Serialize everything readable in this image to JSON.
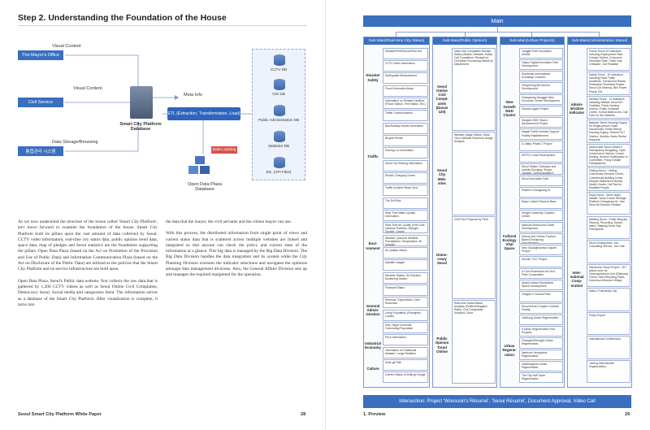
{
  "left": {
    "heading": "Step 2. Understanding the Foundation of the House",
    "diagram": {
      "visual_content_top": "Visual Content",
      "mayors_office": "The Mayor's Office",
      "civil_service": "Civil Service",
      "visual_content_mid": "Visual Content",
      "korean_label": "통합관리 시스템",
      "data_storage": "Data Storage/Browsing",
      "meta_info": "Meta Info",
      "platform_db": "Smart City Platform Database",
      "etl": "ETL (Extraction, Transformation, Load)",
      "data_loading": "Data Loading",
      "open_data_db": "Open Data Plaza Database",
      "dbs": [
        "CCTV DB",
        "GIS DB",
        "Public Administration DB",
        "Statistics DB",
        "Etc. (API Files)"
      ]
    },
    "col1": [
      "As we now understand the structure of the house called 'Smart City Platform', let's move forward to examine the foundation of the house. Smart City Platform built its pillars upon the vast amount of data collected by Seoul. CCTV video information, real-time city status data, public opinion trend data, space data, map of pledges and Seoul statistics are the foundation supporting the pillars. Open Data Plaza (based on the Act on Promotion of the Provision and Use of Public Data) and Information Communication Plaza (based on the Act on Disclosure of the Public Data) are utilized as the policies that the Smart City Platform and its service infrastructure are built upon.",
      "Open Data Plaza, Seoul's Public data website, first collects the raw data that is gathered by 1,200 CCTV videos as well as Seoul Online Civil Complaints, Democracy Seoul, Social media and categorizes them. The information serves as a database of the Smart City Platform. After visualization is complete, it turns into"
    ],
    "col2": [
      "the data that the mayor, the civil servants and the citizen mayor can use.",
      "With this process, the distributed information from single point of views and current status data that is scattered across multiple websites are linked and integrated so that anyone can check the policy and current state of the information at a glance. This big data is managed by the Big Data Division. The Big Data Division handles the data integration and its system while the City Planning Division oversees the indicator selections and navigates the opinions amongst data management divisions. Also, the General Affairs Division sets up and manages the required equipment for the operation."
    ],
    "footer_title": "Seoul Smart City Platform White Paper",
    "page_number": "28"
  },
  "right": {
    "main": "Main",
    "sections": [
      {
        "title": "Sub-Main(Real-time City Status)",
        "categories": [
          {
            "label": "Disaster Safety",
            "items": [
              "Disaster/Fire/Rescue/First Aid",
              "CCTV Video Information",
              "Earthquake Measurement",
              "Flood Vulnerable Areas",
              "Information on Related Facilities (Police Station, Fire Station, Etc.)"
            ]
          },
          {
            "label": "Traffic",
            "items": [
              "Traffic Communication",
              "Bus/Subway Arrival Information",
              "Bicycle Rental",
              "Parking Lot Information",
              "Seoul Car-Sharing Information",
              "Electric Charging Center",
              "Traffic Accident Black Spot",
              "The Drill Bus"
            ]
          },
          {
            "label": "Envi-ronment",
            "items": [
              "Real-Time Water-Quality Information",
              "Real-Time Air Quality (Fine Dust, Ultrafine Particles, Nitrogen Dioxide, Ozone)",
              "Weather (General Weather, Precipitation, Temperature, Air Volume)",
              "Air Quality Videos",
              "Satellite Images",
              "Weather Station, Air Pollution Monitoring Station"
            ]
          },
          {
            "label": "General Admin-istration",
            "items": [
              "Financial Status",
              "Revenue, Expenditure, Debt Reduction",
              "Living Population (Foreigners, Locals)",
              "Day / Night Commute, Commuting Population"
            ]
          },
          {
            "label": "Industrial Economy",
            "items": [
              "Price Information",
              "Information on Traditional Markets / Large Retailers"
            ]
          },
          {
            "label": "Culture",
            "items": [
              "Dulle-gil Path",
              "Current Status of Dulle-gil Usage"
            ]
          }
        ]
      },
      {
        "title": "Sub-Main(Public Opinion)",
        "categories": [
          {
            "label": "Seoul Online Civil Compl-aints (Dasan 120)",
            "items": [
              "Daily Civil Complaints Receipt Status (Mobile, Website, Dasan Call Foundation, Reception), Civil Affair Processing Status by Department"
            ]
          },
          {
            "label": "Seoul City Web-sites",
            "items": [
              "Website Usage Status, Seoul City's Website Real-time Usage Analysis"
            ]
          },
          {
            "label": "Demo-cracy Seoul",
            "items": [
              "Civil Free Proposal by Field"
            ]
          },
          {
            "label": "Public Opinion Trend Online",
            "items": [
              "Real-time Social Media Analysis (Positive/Negative Ratio), Civil Complaints Keyword Cloud"
            ]
          }
        ]
      },
      {
        "title": "Sub-Main(Urban Projects)",
        "categories": [
          {
            "label": "New Growth R&D Cluster",
            "items": [
              "Yangjae R&D Innovation District",
              "Gaepo Digital Innovation Park Development",
              "Southeast International Exchange Complex",
              "Hongneung Bio Anchor Development",
              "Changdong-Sanggye New Economic Center Development",
              "Sewoon Again Project",
              "Sangam DMC Space Advancement Project",
              "Magok Public Industry Support Facility Establishment",
              "G-Valley Phase 2 Project",
              "KEPCO Land Development"
            ]
          },
          {
            "label": "Cultural Ecology Vital Space",
            "items": [
              "Seoul Station Overpass and Upside (Donging, Seogu, Jamsillo, Gyeonseodaero)",
              "Seoul Innovation Park",
              "Platform Changdong 61",
              "Mapo Culture Reserve Base",
              "Hongik University Complex Center",
              "Namsan Ammonium Tower Development",
              "History and Culture Tourism Based Seonjeong Specialization",
              "New Gwanghwamun Square Project",
              "Seoullo 7017 Project",
              "A Core Businesses for Non-Fiber Cooperation",
              "Nodeul Island Specialized Space Development",
              "Gangse-ri Cultural Park",
              "Seoul Arena Complex Cultural Facility"
            ]
          },
          {
            "label": "Urban Regene-ration",
            "items": [
              "Garibong Urban Regeneration",
              "5 Urban Regeneration Pilot Projects",
              "Changsin/Seongjin Urban Regeneration",
              "Namkum Yeongdeok Regeneration",
              "Haebangchon Urban Regeneration",
              "The City Hall Tower Regeneration"
            ]
          }
        ]
      },
      {
        "title": "Sub-Main(Administrative Status)",
        "categories": [
          {
            "label": "Admin-istrative Indicator",
            "items": [
              "Future Seoul 10 Indicators including Employment Rate, Foreign Visitors, Document Decrease Rate, Public Day Childcare, Job Paradise",
              "Safety Seoul - 10 Indicators including Fatal Traffic Accidents, Turnaround Rental, Pedestrian Prioritized Roads, Seoul Car Sharing, Mini Power Plants, Etc.",
              "Welfare Seoul - 12 Indicators including Welfare Seoul 50+ Facilities, Public Nursing Homes, Public Childcare Center, School Bathrooms, Call Fare for the Disabled",
              "Balance Seoul-Housing Supply for Single-person Youth Households, Public Rental Housing Supply, Seoullo7017 Visitors, Monthly Yearly Rental Supports",
              "Democratic Seoul-Citizen's Participatory Budgeting, Open Government Visitors, Crowd-funding, Women Participation in Committee, Policy Debate Participations"
            ]
          },
          {
            "label": "Inter-national Coop-eration",
            "items": [
              "Visiting Seoul - Visiting Community Services Center, Commercial Building Lease Dispute Settlement, Mental Health Center, Call Taxi for Disabled People",
              "Enjoy Seoul - Seoul Night Market, Seoul Future Heritage, Platform Changdong 61, Han River All Summer Festival",
              "Walking Seoul - Public Bicycles Sharing, Recording, Dasan-daero, Walking Seoul Day Participants",
              "Seoul Employment, Job Consulting Service, Job Cafe",
              "Handsome Seoul Project - 30+ places such as Gyeongchunsun Line (Railroad) Forest, New Recycling Plaza, Donuimun Museum Village",
              "Sabul / Friendship City",
              "Policy Export",
              "International Conferences",
              "Joining International Organizations"
            ]
          }
        ]
      }
    ],
    "intersection": "Intersection: Project 'Wonsoon's Résumé', 'Seoul Résumé', Document Approval, Video Call",
    "footer_title": "1. Preview",
    "page_number": "29"
  }
}
